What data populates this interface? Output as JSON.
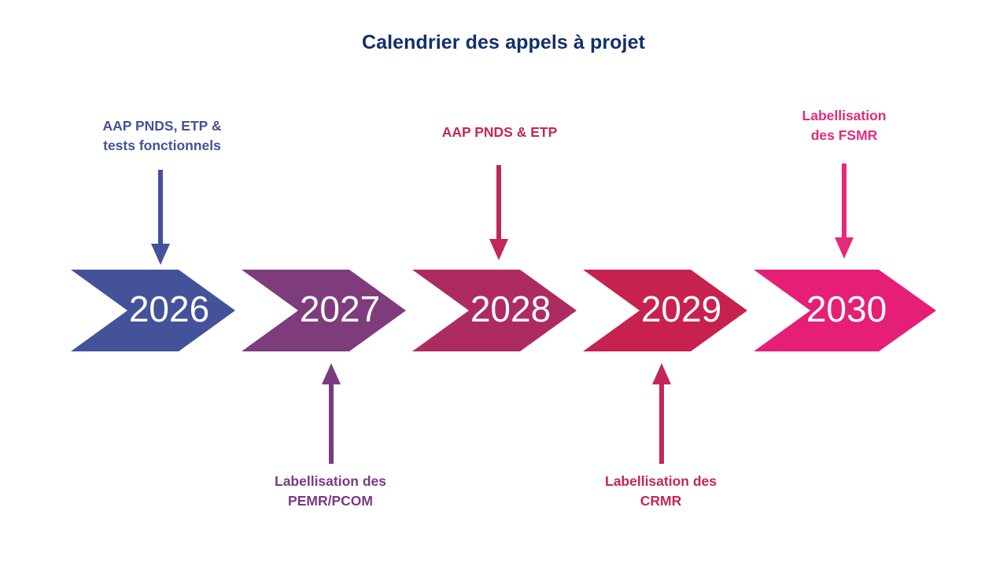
{
  "title": "Calendrier des appels à projet",
  "colors": {
    "title": "#12306B",
    "background": "#FFFFFF",
    "year_text": "#FFFFFF"
  },
  "chart_data": {
    "type": "timeline",
    "title": "Calendrier des appels à projet",
    "orientation": "horizontal",
    "steps": [
      {
        "year": "2026",
        "color": "#44529A"
      },
      {
        "year": "2027",
        "color": "#7E3C7C"
      },
      {
        "year": "2028",
        "color": "#AE2B62"
      },
      {
        "year": "2029",
        "color": "#C7214F"
      },
      {
        "year": "2030",
        "color": "#E51F76"
      }
    ],
    "annotations": [
      {
        "id": "ann-2026",
        "text": "AAP PNDS, ETP  &\ntests fonctionnels",
        "year": "2026",
        "position": "above",
        "arrow": "down",
        "color": "#44529A"
      },
      {
        "id": "ann-2027",
        "text": "Labellisation des\nPEMR/PCOM",
        "year": "2027",
        "position": "below",
        "arrow": "up",
        "color": "#7A3A80"
      },
      {
        "id": "ann-2028",
        "text": "AAP PNDS & ETP",
        "year": "2028",
        "position": "above",
        "arrow": "down",
        "color": "#C32757"
      },
      {
        "id": "ann-2029",
        "text": "Labellisation des\nCRMR",
        "year": "2029",
        "position": "below",
        "arrow": "up",
        "color": "#C32757"
      },
      {
        "id": "ann-2030",
        "text": "Labellisation\ndes FSMR",
        "year": "2030",
        "position": "above",
        "arrow": "down",
        "color": "#E32B7B"
      }
    ]
  }
}
